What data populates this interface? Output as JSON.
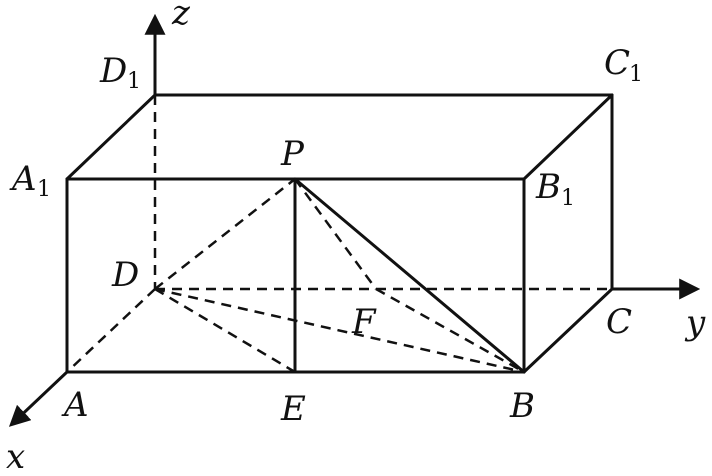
{
  "labels": {
    "z": "z",
    "y": "y",
    "x": "x",
    "D1": "D",
    "D1_sub": "1",
    "C1": "C",
    "C1_sub": "1",
    "A1": "A",
    "A1_sub": "1",
    "B1": "B",
    "B1_sub": "1",
    "P": "P",
    "D": "D",
    "F": "F",
    "C": "C",
    "A": "A",
    "E": "E",
    "B": "B"
  }
}
